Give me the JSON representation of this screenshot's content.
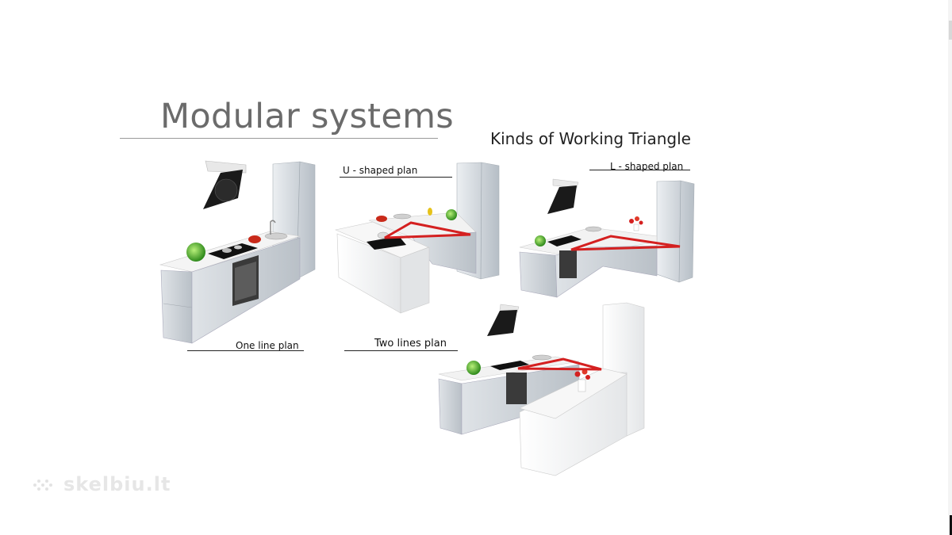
{
  "slide": {
    "title": "Modular systems",
    "subtitle": "Kinds of Working Triangle"
  },
  "plans": {
    "one_line": "One line plan",
    "u_shaped": "U - shaped plan",
    "l_shaped": "L - shaped plan",
    "two_lines": "Two lines plan"
  },
  "watermark": {
    "text": "skelbiu.lt"
  },
  "colors": {
    "triangle": "#d42020",
    "cabinet": "#cdd2d7",
    "counter": "#f2f2f2",
    "title": "#6b6b6b"
  },
  "icons": {
    "hood": "range-hood-icon",
    "plant": "plant-icon",
    "sink": "faucet-icon",
    "stove": "cooktop-icon",
    "oven": "oven-icon",
    "flowers": "flower-vase-icon"
  }
}
